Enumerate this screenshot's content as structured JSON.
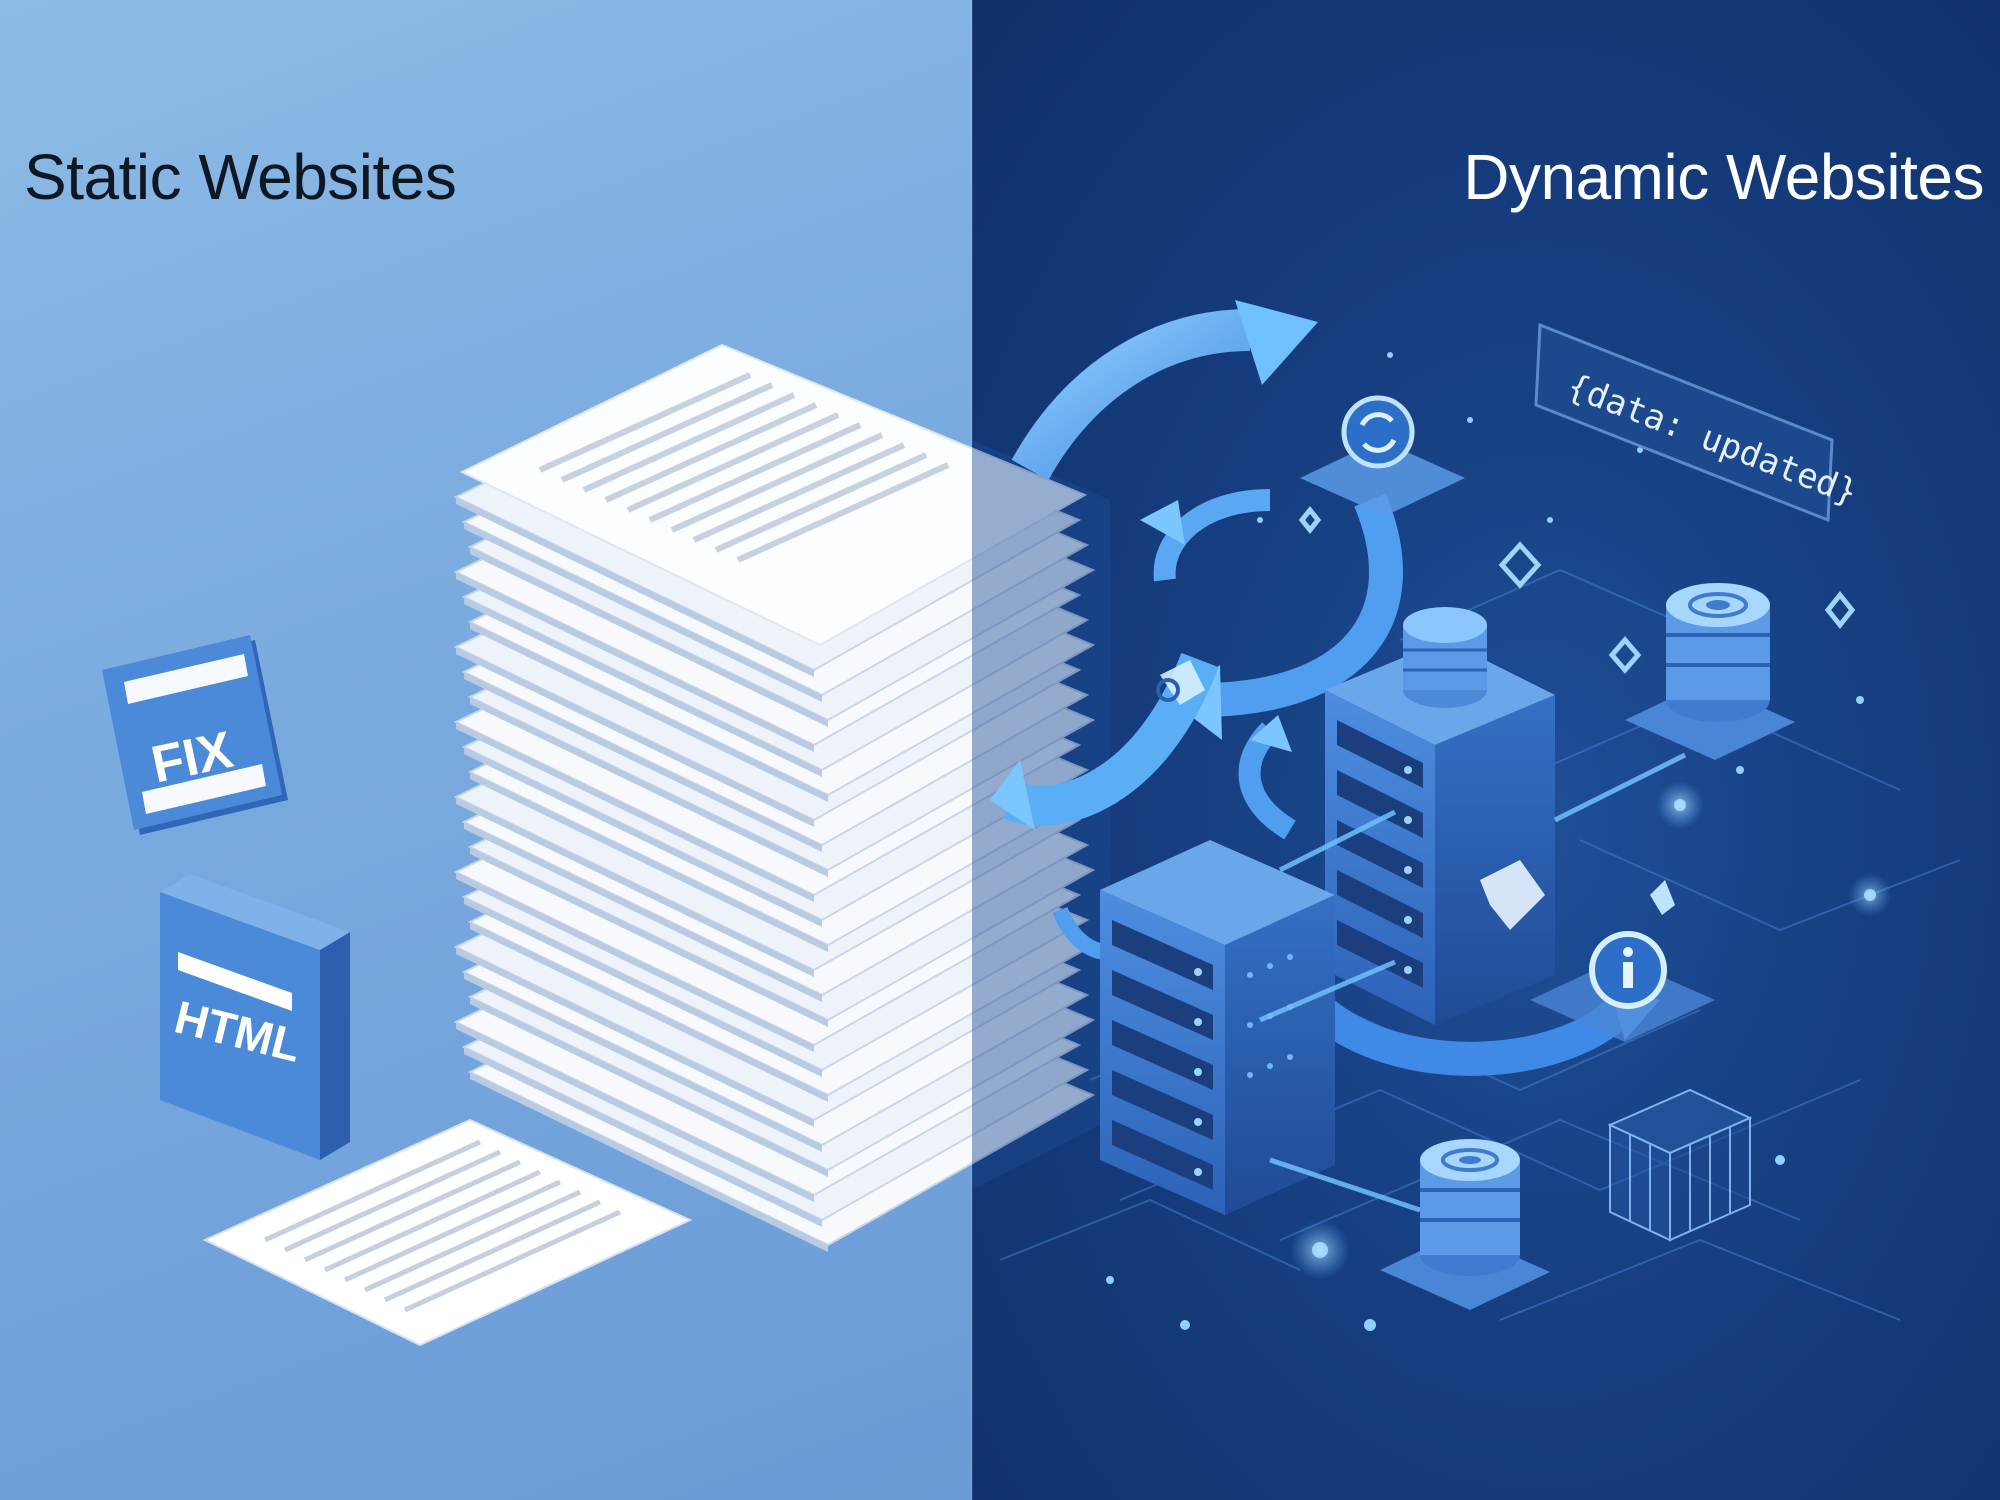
{
  "left": {
    "title": "Static Websites",
    "badges": {
      "fix": "FIX",
      "html": "HTML"
    }
  },
  "right": {
    "title": "Dynamic Websites",
    "code_label": "{data: updated}",
    "icons": [
      "sync-icon",
      "info-icon"
    ]
  },
  "colors": {
    "left_bg": "#79aadf",
    "right_bg": "#173f82",
    "accent": "#5fb6ff",
    "paper": "#f6f9fd"
  }
}
